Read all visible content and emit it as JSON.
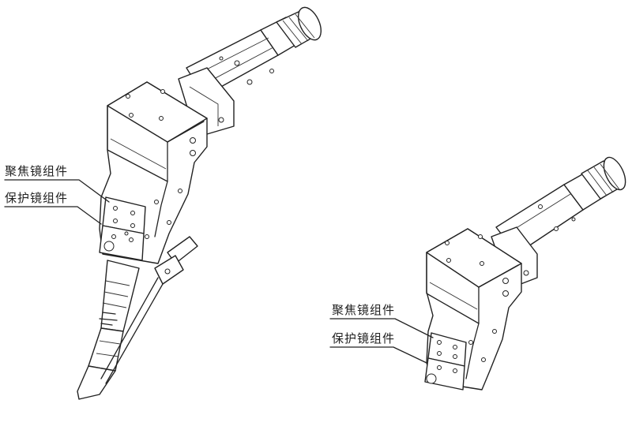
{
  "labels": {
    "left_focus": "聚焦镜组件",
    "left_protect": "保护镜组件",
    "right_focus": "聚焦镜组件",
    "right_protect": "保护镜组件"
  },
  "colors": {
    "line": "#222222",
    "background": "#ffffff"
  }
}
